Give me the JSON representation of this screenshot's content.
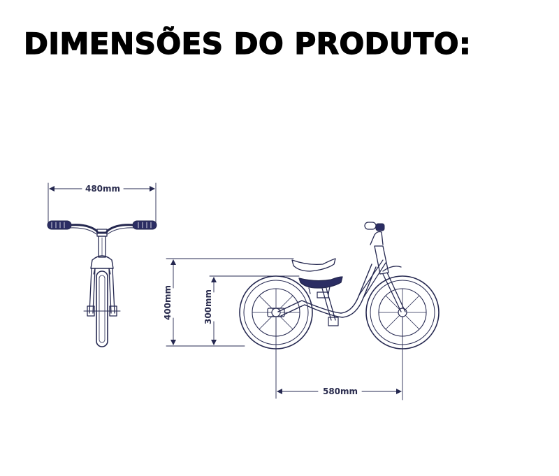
{
  "title": "DIMENSÕES DO PRODUTO:",
  "colors": {
    "line": "#252850",
    "text": "#000000"
  },
  "dimensions": {
    "handlebar_width": "480mm",
    "seat_height_max": "400mm",
    "seat_height_min": "300mm",
    "wheelbase": "580mm"
  }
}
